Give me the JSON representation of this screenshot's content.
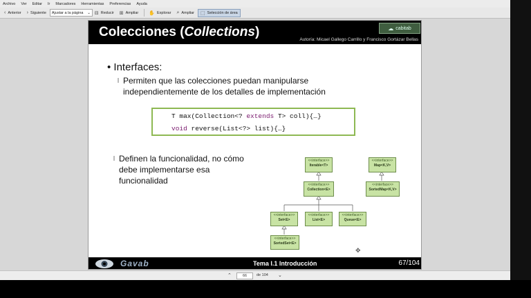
{
  "menu": [
    "Archivo",
    "Ver",
    "Editar",
    "Ir",
    "Marcadores",
    "Herramientas",
    "Preferencias",
    "Ayuda"
  ],
  "toolbar": {
    "back_label": "Anterior",
    "next_label": "Siguiente",
    "zoom_value": "Ajustar a la página",
    "reduce_label": "Reducir",
    "enlarge_label": "Ampliar",
    "explore_label": "Explorar",
    "magnify_label": "Ampliar",
    "select_area_label": "Selección de área"
  },
  "slide": {
    "title_prefix": "Colecciones (",
    "title_italic": "Collections",
    "title_suffix": ")",
    "logo_text": "cabitab",
    "author": "Autoría: Micael Gallego Carrillo y Francisco Gortázar Bellas",
    "bullet_main": "• Interfaces:",
    "sub_bullet_1": "Permiten que las colecciones puedan manipularse independientemente de los detalles de implementación",
    "code": {
      "line1_pre": "T max(Collection<? ",
      "line1_kw": "extends",
      "line1_post": " T> coll){…}",
      "line2_kw": "void",
      "line2_post": " reverse(List<?> list){…}"
    },
    "sub_bullet_2": "Definen la funcionalidad, no cómo debe implementarse esa funcionalidad",
    "uml": {
      "stereotype": "<<interface>>",
      "iterable": "Iterable<T>",
      "collection": "Collection<E>",
      "set": "Set<E>",
      "list": "List<E>",
      "queue": "Queue<E>",
      "sortedset": "SortedSet<E>",
      "map": "Map<K,V>",
      "sortedmap": "SortedMap<K,V>"
    },
    "brand": "Gavab",
    "footer_title": "Tema I.1 Introducción",
    "page_num": "67/104"
  },
  "status": {
    "page_value": "66",
    "of_label": "de 104"
  }
}
